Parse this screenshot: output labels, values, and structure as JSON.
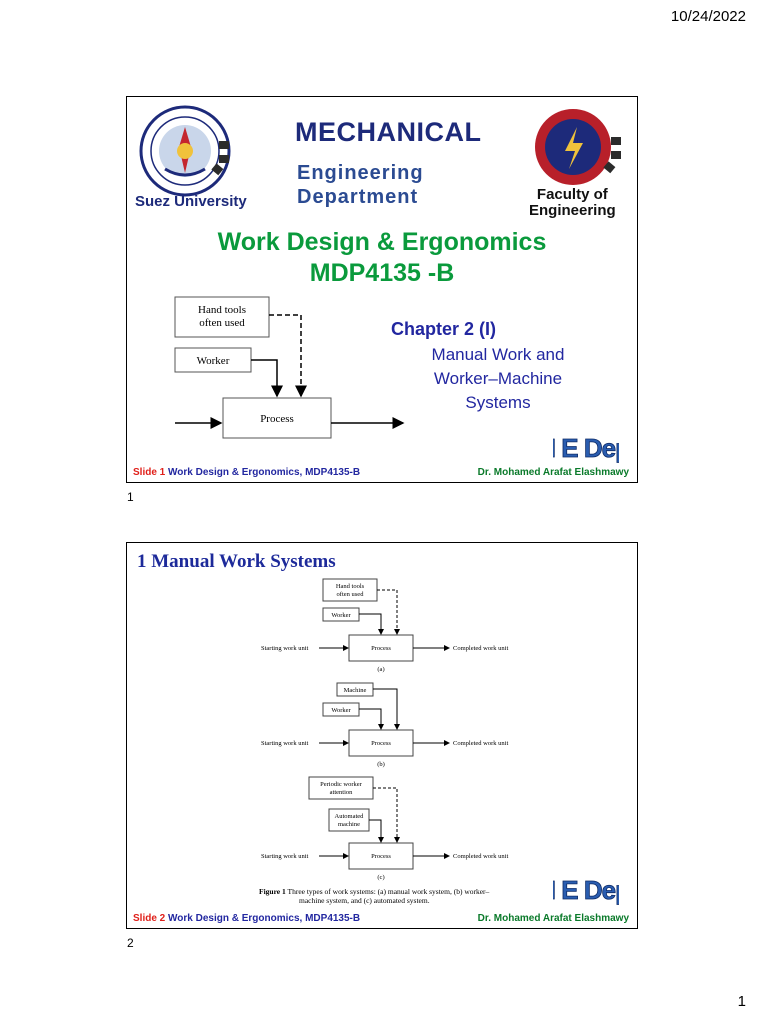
{
  "page": {
    "date": "10/24/2022",
    "page_number": "1"
  },
  "slide1": {
    "number_label": "1",
    "university": "Suez University",
    "dept_line1": "MECHANICAL",
    "dept_line2": "Engineering",
    "dept_line3": "Department",
    "faculty_line1": "Faculty of",
    "faculty_line2": "Engineering",
    "title_line1": "Work Design & Ergonomics",
    "title_line2": "MDP4135 -B",
    "chapter": "Chapter 2 (I)",
    "subtitle_line1": "Manual Work and",
    "subtitle_line2": "Worker–Machine",
    "subtitle_line3": "Systems",
    "diagram": {
      "box1": "Hand tools",
      "box1b": "often used",
      "box2": "Worker",
      "box3": "Process"
    },
    "badge": "M E Dept",
    "footer_slide": "Slide 1",
    "footer_course": "Work Design & Ergonomics, MDP4135-B",
    "footer_author": "Dr. Mohamed Arafat Elashmawy"
  },
  "slide2": {
    "number_label": "2",
    "title": "1 Manual Work Systems",
    "fig_a": {
      "top1": "Hand tools",
      "top2": "often used",
      "mid": "Worker",
      "process": "Process",
      "start": "Starting work unit",
      "end": "Completed work unit",
      "caption": "(a)"
    },
    "fig_b": {
      "top": "Machine",
      "mid": "Worker",
      "process": "Process",
      "start": "Starting work unit",
      "end": "Completed work unit",
      "caption": "(b)"
    },
    "fig_c": {
      "top1": "Periodic worker",
      "top2": "attention",
      "mid1": "Automated",
      "mid2": "machine",
      "process": "Process",
      "start": "Starting work unit",
      "end": "Completed work unit",
      "caption": "(c)"
    },
    "figure_label": "Figure 1",
    "figure_caption_1": "Three types of work systems: (a) manual work system, (b) worker–",
    "figure_caption_2": "machine system, and (c) automated system.",
    "badge": "M E Dept",
    "footer_slide": "Slide 2",
    "footer_course": "Work Design & Ergonomics, MDP4135-B",
    "footer_author": "Dr. Mohamed Arafat Elashmawy"
  }
}
